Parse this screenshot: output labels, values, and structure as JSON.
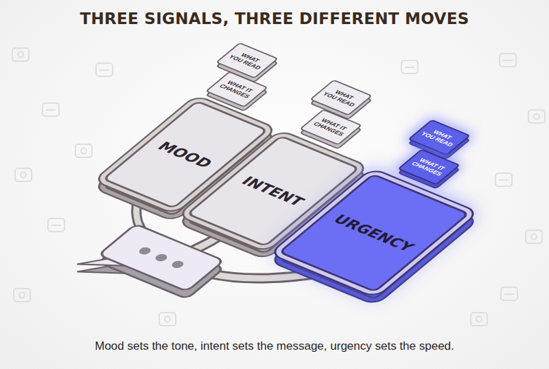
{
  "diagram": {
    "title": "THREE SIGNALS, THREE DIFFERENT MOVES",
    "caption": "Mood sets the tone, intent sets the message, urgency sets the speed.",
    "nodes": [
      {
        "text": [
          "MOOD"
        ]
      },
      {
        "text": [
          "WHAT YOU READ"
        ]
      },
      {
        "text": [
          "WHAT IT CHANGES"
        ]
      },
      {
        "text": [
          "INTENT"
        ]
      },
      {
        "text": [
          "WHAT YOU READ"
        ]
      },
      {
        "text": [
          "WHAT IT CHANGES"
        ]
      },
      {
        "text": [
          "URGENCY"
        ]
      },
      {
        "text": [
          "WHAT YOU READ"
        ]
      },
      {
        "text": [
          "WHAT IT CHANGES"
        ]
      }
    ]
  }
}
